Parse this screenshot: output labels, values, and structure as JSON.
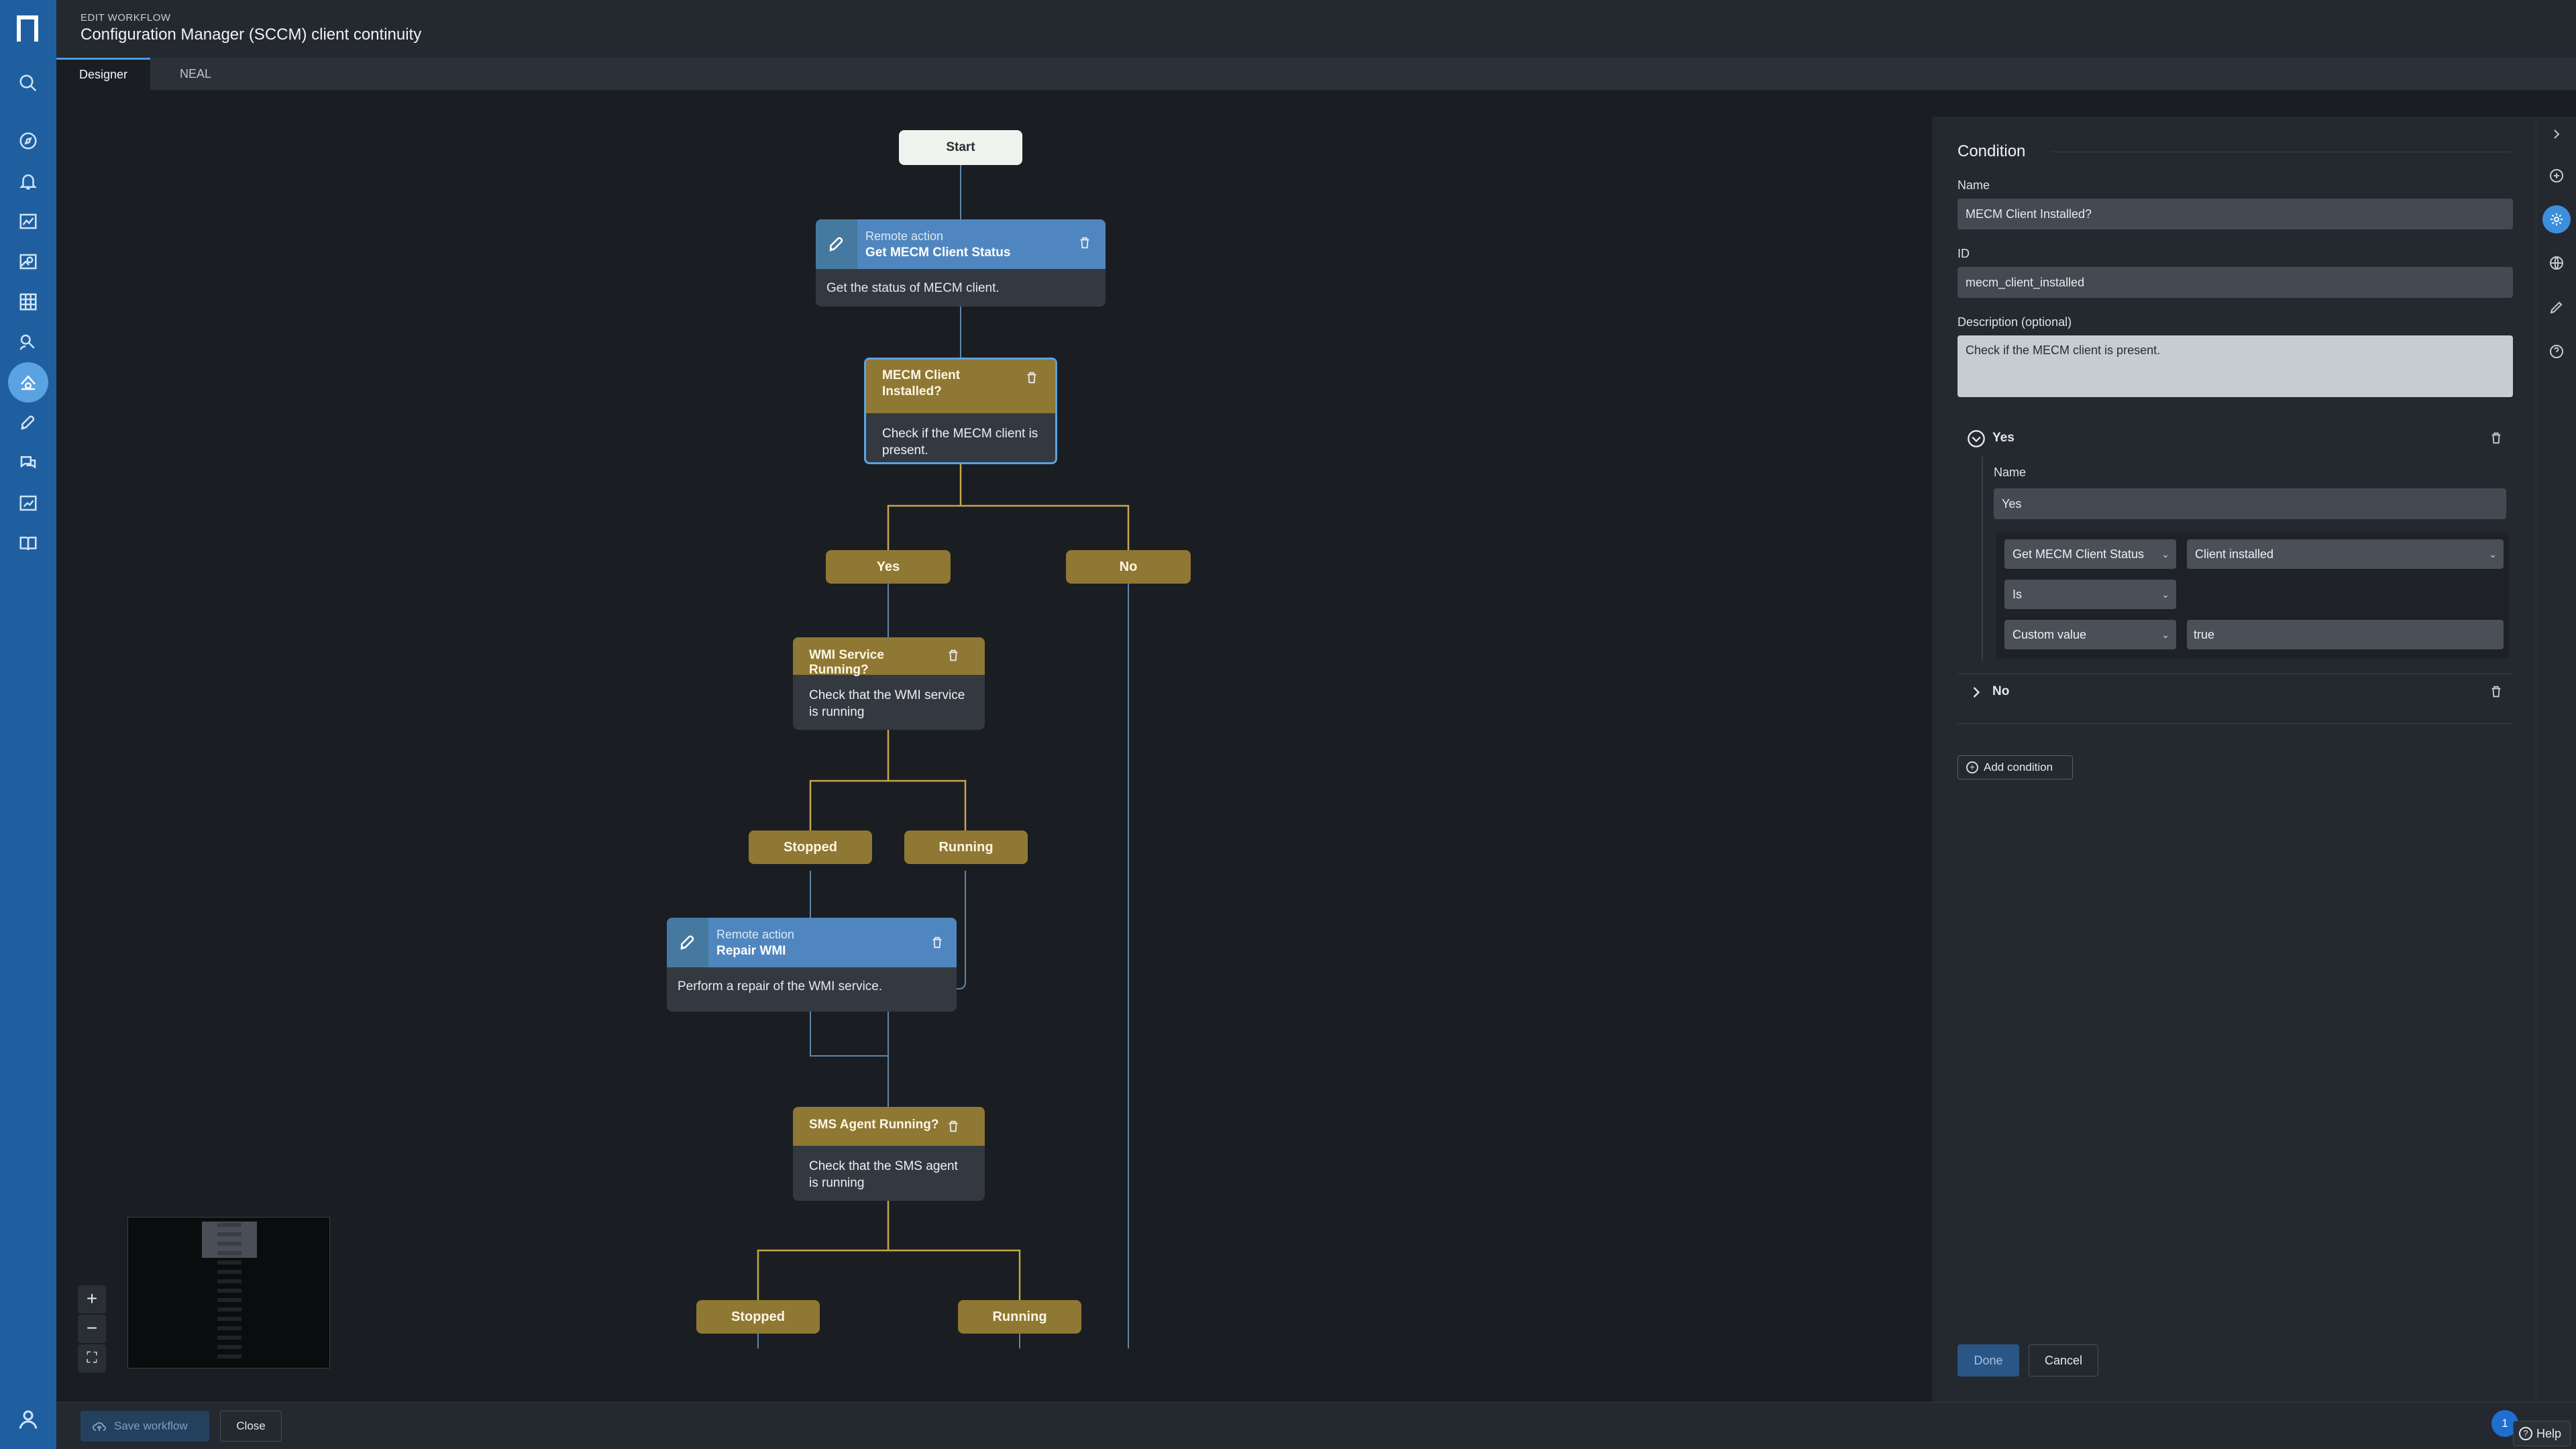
{
  "header": {
    "eyebrow": "EDIT WORKFLOW",
    "title": "Configuration Manager (SCCM) client continuity"
  },
  "tabs": [
    {
      "label": "Designer",
      "active": true
    },
    {
      "label": "NEAL",
      "active": false
    }
  ],
  "rail": {
    "icons": [
      "search-icon",
      "compass-icon",
      "bell-icon",
      "chart-icon",
      "map-icon",
      "grid-icon",
      "search-people-icon",
      "workflow-icon",
      "rocket-icon",
      "chat-icon",
      "report-icon",
      "book-icon"
    ],
    "active": "workflow-icon"
  },
  "flow": {
    "start": "Start",
    "nodes": {
      "get_status": {
        "type": "Remote action",
        "name": "Get MECM Client Status",
        "desc": "Get the status of MECM client."
      },
      "mecm_installed": {
        "name": "MECM Client Installed?",
        "desc": "Check if the MECM client is present."
      },
      "yes": "Yes",
      "no": "No",
      "wmi_running": {
        "name": "WMI Service Running?",
        "desc": "Check that the WMI service is running"
      },
      "wmi_stopped": "Stopped",
      "wmi_running_branch": "Running",
      "repair_wmi": {
        "type": "Remote action",
        "name": "Repair WMI",
        "desc": "Perform a repair of the WMI service."
      },
      "sms_running": {
        "name": "SMS Agent Running?",
        "desc": "Check that the SMS agent is running"
      },
      "sms_stopped": "Stopped",
      "sms_running_branch": "Running"
    }
  },
  "zoom": {
    "in": "+",
    "out": "−",
    "fit": "⛶"
  },
  "panel": {
    "title": "Condition",
    "name_label": "Name",
    "name_value": "MECM Client Installed?",
    "id_label": "ID",
    "id_value": "mecm_client_installed",
    "desc_label": "Description (optional)",
    "desc_value": "Check if the MECM client is present.",
    "yes_section": {
      "label": "Yes",
      "name_label": "Name",
      "name_value": "Yes",
      "source": "Get MECM Client Status",
      "field": "Client installed",
      "operator": "Is",
      "value_type": "Custom value",
      "value": "true"
    },
    "no_section": {
      "label": "No"
    },
    "add_condition": "Add condition",
    "done": "Done",
    "cancel": "Cancel"
  },
  "footer": {
    "save": "Save workflow",
    "close": "Close",
    "badge": "1",
    "help": "Help"
  }
}
